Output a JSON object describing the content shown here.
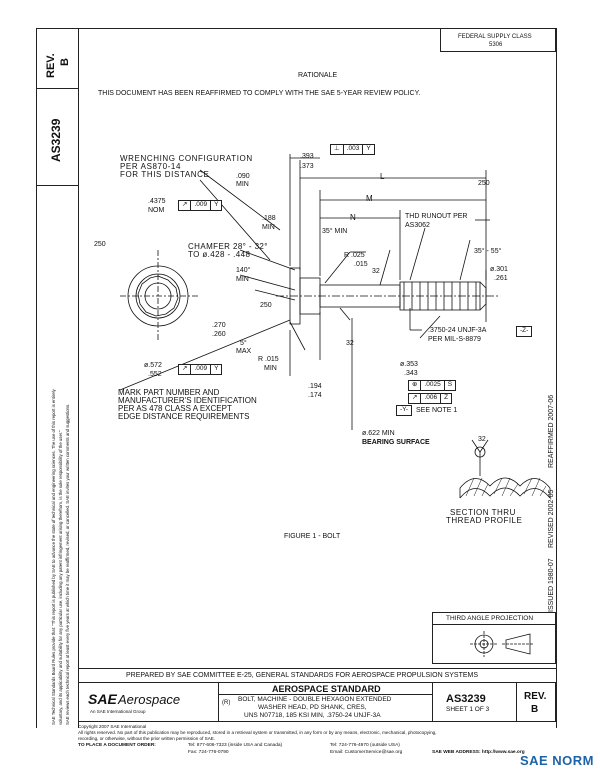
{
  "rev_tab": {
    "label": "REV.",
    "value": "B"
  },
  "doc_number_vertical": "AS3239",
  "federal_supply_class": {
    "line1": "FEDERAL SUPPLY CLASS",
    "line2": "5306"
  },
  "rationale": {
    "heading": "RATIONALE",
    "text": "THIS DOCUMENT HAS BEEN REAFFIRMED TO COMPLY WITH THE SAE 5-YEAR REVIEW POLICY."
  },
  "left_notice": {
    "line1": "SAE Technical Standards Board Rules provide that: \"This report is published by SAE to advance the state of technical and engineering sciences. The use of this report is entirely",
    "line2": "voluntary, and its applicability and suitability for any particular use, including any patent infringement arising therefrom, is the sole responsibility of the user.\"",
    "line3": "SAE reviews each technical report at least every five years at which time it may be reaffirmed, revised, or cancelled. SAE invites your written comments and suggestions."
  },
  "right_dates": {
    "issued": "ISSUED 1980-07",
    "revised": "REVISED 2002-05",
    "reaffirmed": "REAFFIRMED 2007-06"
  },
  "drawing": {
    "wrenching": {
      "line1": "WRENCHING CONFIGURATION",
      "line2": "PER AS870-14",
      "line3": "FOR THIS DISTANCE"
    },
    "dims": {
      "d393": ".393",
      "d373": ".373",
      "d090": ".090",
      "min": "MIN",
      "d4375": ".4375",
      "nom": "NOM",
      "d188": ".188",
      "l": "L",
      "m": "M",
      "n": "N",
      "d250": "250",
      "d250b": "250",
      "d35min": "35° MIN",
      "chamfer1": "CHAMFER 28° - 32°",
      "chamfer2": "TO ø.428 - .448",
      "d140": "140°",
      "min2": "MIN",
      "r025": "R .025",
      "r015": ".015",
      "d32a": "32",
      "d32b": "32",
      "d32c": "32",
      "d3555": "35° - 55°",
      "d301": "ø.301",
      "d261": ".261",
      "d270": ".270",
      "d260": ".260",
      "d5": "5°",
      "max": "MAX",
      "d572": "ø.572",
      "d552": ".552",
      "r015min": "R .015",
      "min3": "MIN",
      "d194": ".194",
      "d174": ".174",
      "d353": "ø.353",
      "d343": ".343",
      "d0025": ".0025",
      "d006": ".006",
      "d622": "ø.622 MIN",
      "bearing": "BEARING SURFACE"
    },
    "fcf": {
      "top": [
        "⊥",
        ".003",
        "Y"
      ],
      "head": [
        "↗",
        ".009",
        "Y"
      ],
      "bottom": [
        "↗",
        ".009",
        "Y"
      ],
      "pos": [
        "⊕",
        ".0025",
        "S"
      ],
      "datum_z_frame": [
        "↗",
        ".006",
        "Z"
      ],
      "datum_z": "-Z-",
      "datum_y": "-Y-"
    },
    "thread_runout": {
      "line1": "THD RUNOUT PER",
      "line2": "AS3062"
    },
    "thread_callout": {
      "line1": ".3750-24 UNJF-3A",
      "line2": "PER MIL-S-8879"
    },
    "see_note": "SEE NOTE 1",
    "mark_note": {
      "line1": "MARK PART NUMBER AND",
      "line2": "MANUFACTURER'S IDENTIFICATION",
      "line3": "PER AS 478 CLASS A EXCEPT",
      "line4": "EDGE DISTANCE REQUIREMENTS"
    },
    "section": {
      "line1": "SECTION THRU",
      "line2": "THREAD PROFILE"
    },
    "figure_caption": "FIGURE 1 - BOLT"
  },
  "third_angle": "THIRD ANGLE PROJECTION",
  "prepared_by": "PREPARED BY SAE COMMITTEE E-25, GENERAL STANDARDS FOR AEROSPACE PROPULSION SYSTEMS",
  "title_block": {
    "logo_sae": "SAE",
    "logo_aero": "Aerospace",
    "logo_tagline": "An SAE International Group",
    "category": "AEROSPACE STANDARD",
    "r_mark": "(R)",
    "title1": "BOLT, MACHINE - DOUBLE HEXAGON EXTENDED",
    "title2": "WASHER HEAD, PD SHANK, CRES,",
    "title3": "UNS N07718, 185 KSI MIN, .3750-24 UNJF-3A",
    "doc": "AS3239",
    "sheet": "SHEET 1 OF 3",
    "rev_label": "REV.",
    "rev": "B"
  },
  "footer": {
    "copyright": "Copyright 2007 SAE International",
    "rights": "All rights reserved. No part of this publication may be reproduced, stored in a retrieval system or transmitted, in any form or by any means, electronic, mechanical, photocopying,",
    "rights2": "recording, or otherwise, without the prior written permission of SAE.",
    "order_label": "TO PLACE A DOCUMENT ORDER:",
    "tel1": "Tel: 877-606-7323 (inside USA and Canada)",
    "tel2": "Tel: 724-776-4970 (outside USA)",
    "fax": "Fax: 724-776-0790",
    "email": "Email: CustomerService@sae.org",
    "web": "SAE WEB ADDRESS: http://www.sae.org"
  },
  "watermark": "SAE NORM"
}
